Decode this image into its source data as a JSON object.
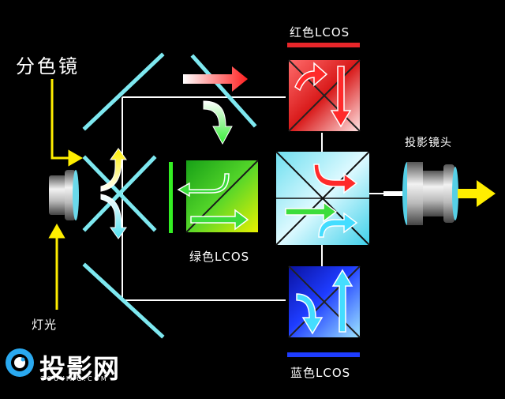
{
  "labels": {
    "dichroic_mirror": "分色镜",
    "red_lcos": "红色LCOS",
    "green_lcos": "绿色LCOS",
    "blue_lcos": "蓝色LCOS",
    "projection_lens": "投影镜头",
    "lamp": "灯光"
  },
  "watermark": {
    "name": "投影网",
    "domain": "TOUYING.COM"
  },
  "colors": {
    "red": "#e8262a",
    "green": "#22dd2a",
    "blue": "#1e3cff",
    "cyan": "#7ee8f0",
    "yellow": "#ffee00",
    "background": "#000000"
  },
  "icons": [
    "lamp-icon",
    "projection-lens-icon",
    "logo-ring-icon"
  ]
}
